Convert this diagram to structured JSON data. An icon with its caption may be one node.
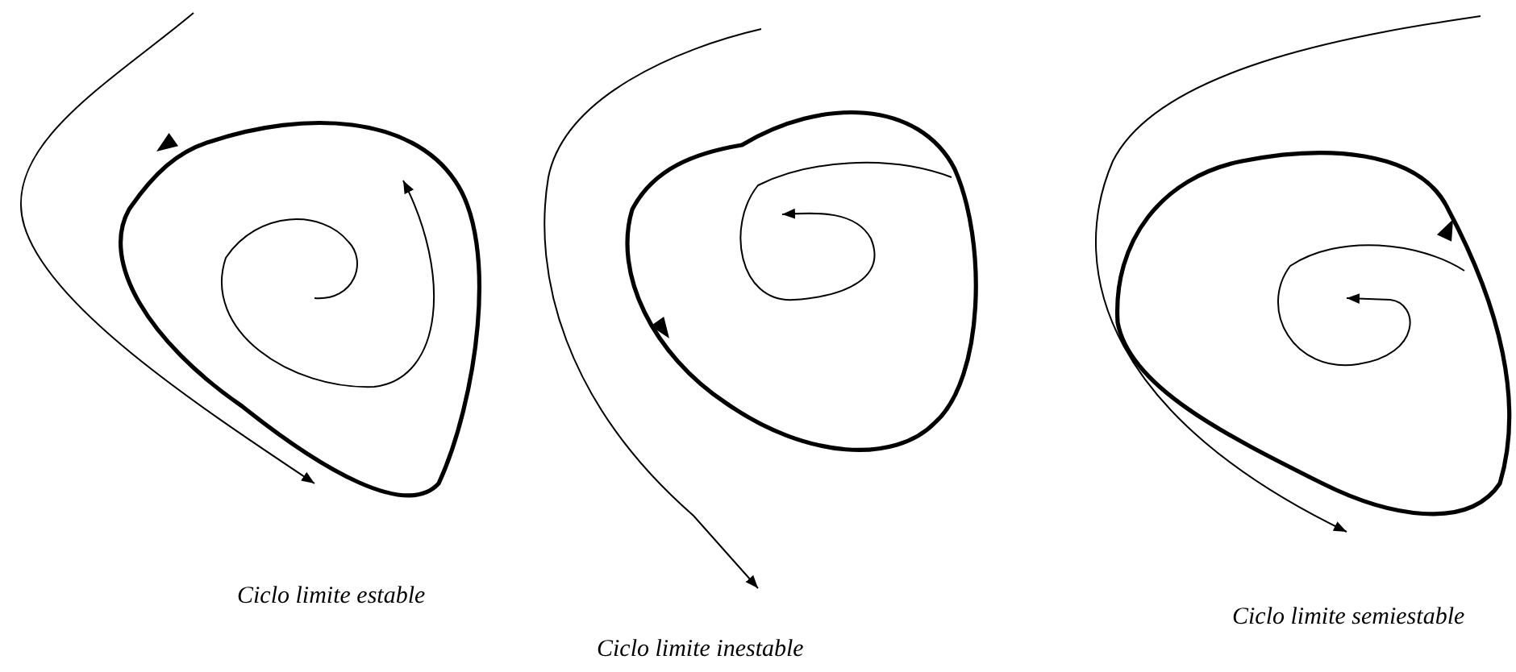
{
  "diagram": {
    "labels": [
      "Ciclo limite estable",
      "Ciclo limite inestable",
      "Ciclo limite semiestable"
    ]
  }
}
